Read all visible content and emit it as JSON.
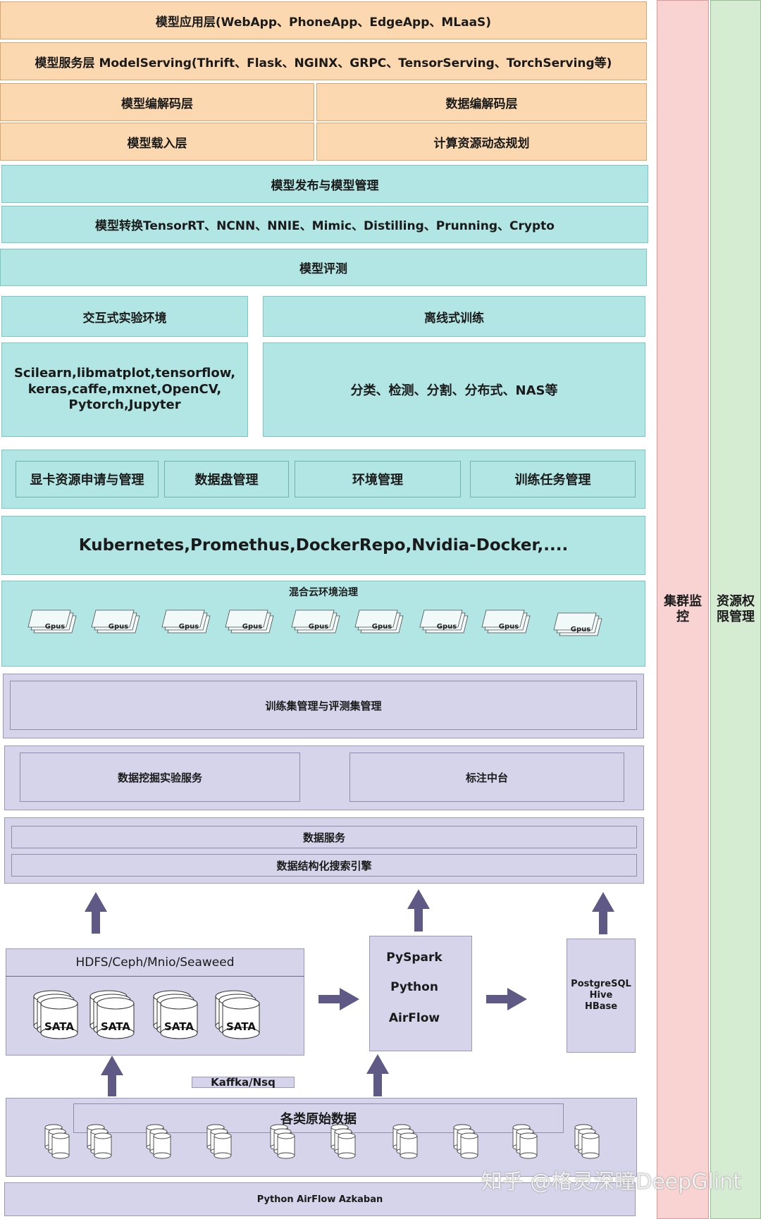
{
  "layers": {
    "app_layer": "模型应用层(WebApp、PhoneApp、EdgeApp、MLaaS)",
    "serving_layer": "模型服务层 ModelServing(Thrift、Flask、NGINX、GRPC、TensorServing、TorchServing等)",
    "model_codec": "模型编解码层",
    "data_codec": "数据编解码层",
    "model_load": "模型载入层",
    "compute_plan": "计算资源动态规划",
    "publish_manage": "模型发布与模型管理",
    "convert": "模型转换TensorRT、NCNN、NNIE、Mimic、Distilling、Prunning、Crypto",
    "evaluate": "模型评测",
    "interactive_env": "交互式实验环境",
    "offline_train": "离线式训练",
    "interactive_libs": "Scilearn,libmatplot,tensorflow,\nkeras,caffe,mxnet,OpenCV,\nPytorch,Jupyter",
    "offline_tasks": "分类、检测、分割、分布式、NAS等",
    "mgmt_items": [
      "显卡资源申请与管理",
      "数据盘管理",
      "环境管理",
      "训练任务管理"
    ],
    "k8s": "Kubernetes,Promethus,DockerRepo,Nvidia-Docker,....",
    "hybrid_cloud": "混合云环境治理",
    "gpu_label": "Gpus",
    "dataset_manage": "训练集管理与评测集管理",
    "data_mining": "数据挖掘实验服务",
    "annotation": "标注中台",
    "data_service": "数据服务",
    "search_engine": "数据结构化搜索引擎",
    "storage_title": "HDFS/Ceph/Mnio/Seaweed",
    "sata_label": "SATA",
    "pyspark": "PySpark",
    "python": "Python",
    "airflow": "AirFlow",
    "dbs": "PostgreSQL\nHive\nHBase",
    "kaffka": "Kaffka/Nsq",
    "raw_data": "各类原始数据",
    "scheduler": "Python AirFlow Azkaban"
  },
  "side": {
    "cluster_monitor": "集群监\n控",
    "resource_perm": "资源权\n限管理"
  },
  "watermark": "知乎 @格灵深瞳DeepGlint",
  "colors": {
    "orange": "#fbd8b0",
    "teal": "#b2e6e4",
    "lavender": "#d6d4eb",
    "side_red": "#f8d3d1",
    "side_green": "#d6ecd2",
    "arrow": "#5e5a85"
  }
}
